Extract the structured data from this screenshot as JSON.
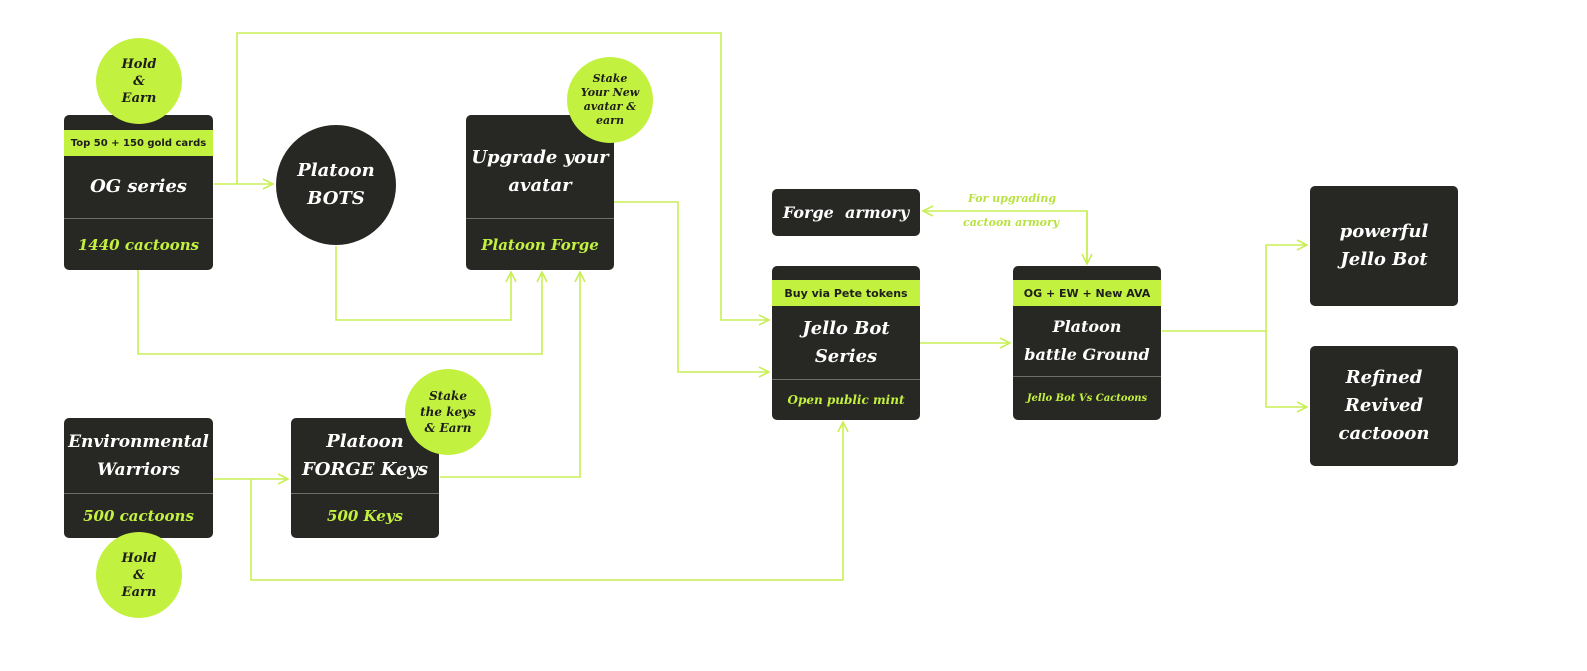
{
  "nodes": {
    "og_series": {
      "band": "Top 50 + 150 gold cards",
      "title": "OG series",
      "sub": "1440 cactoons"
    },
    "platoon_bots": {
      "title": "Platoon\nBOTS"
    },
    "upgrade_avatar": {
      "title": "Upgrade your\navatar",
      "sub": "Platoon Forge"
    },
    "environmental_warriors": {
      "title": "Environmental\nWarriors",
      "sub": "500 cactoons"
    },
    "forge_keys": {
      "title": "Platoon\nFORGE Keys",
      "sub": "500 Keys"
    },
    "forge_armory": {
      "title": "Forge  armory"
    },
    "jello_bot_series": {
      "band": "Buy via Pete tokens",
      "title": "Jello Bot\nSeries",
      "sub": "Open public mint"
    },
    "battle_ground": {
      "band": "OG + EW + New AVA",
      "title": "Platoon\nbattle Ground",
      "sub": "Jello Bot Vs Cactoons"
    },
    "powerful_jello_bot": {
      "title": "powerful\nJello Bot"
    },
    "refined_cactooon": {
      "title": "Refined\nRevived\ncactooon"
    }
  },
  "badges": {
    "hold_earn_top": "Hold\n&\nEarn",
    "stake_avatar": "Stake\nYour New\navatar &\nearn",
    "stake_keys": "Stake\nthe keys\n& Earn",
    "hold_earn_bottom": "Hold\n&\nEarn"
  },
  "notes": {
    "upgrade_line1": "For upgrading",
    "upgrade_line2": "cactoon armory"
  },
  "colors": {
    "accent": "#c3f13f",
    "box": "#272723",
    "wire": "#c8ef55"
  }
}
